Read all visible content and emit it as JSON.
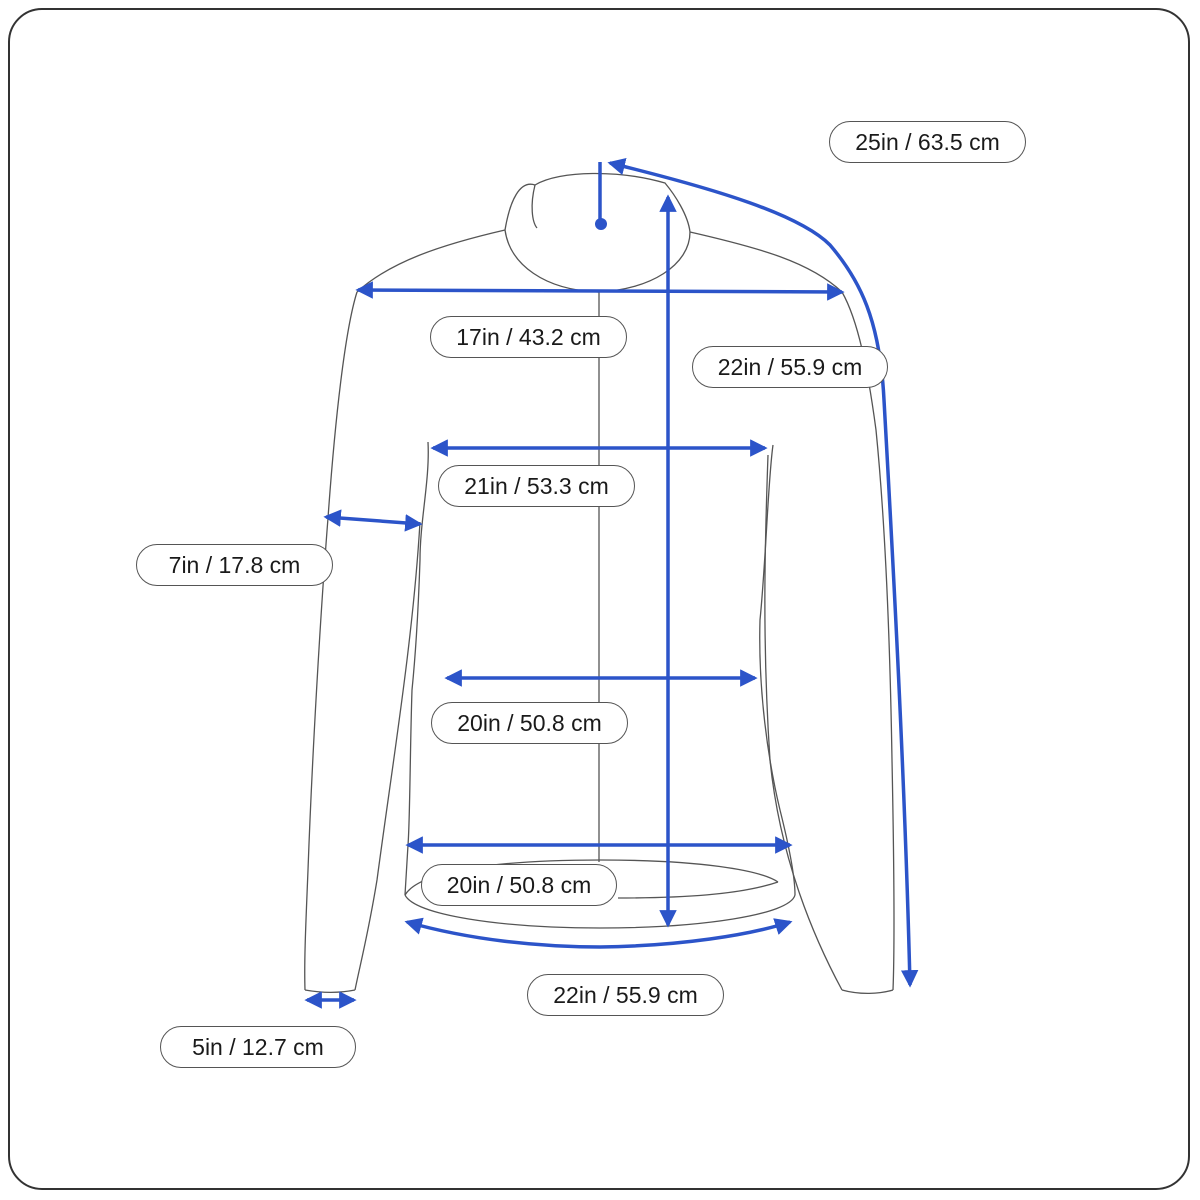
{
  "measurements": {
    "total_length_sleeve": "25in / 63.5 cm",
    "shoulder_width": "17in / 43.2 cm",
    "body_length": "22in / 55.9 cm",
    "chest_width": "21in / 53.3 cm",
    "bicep_width": "7in / 17.8 cm",
    "waist_width": "20in / 50.8 cm",
    "hem_width": "20in / 50.8 cm",
    "hem_circumference": "22in / 55.9 cm",
    "cuff_width": "5in / 12.7 cm"
  },
  "colors": {
    "measure_line": "#2c54c9",
    "outline": "#555555",
    "frame": "#333333"
  }
}
